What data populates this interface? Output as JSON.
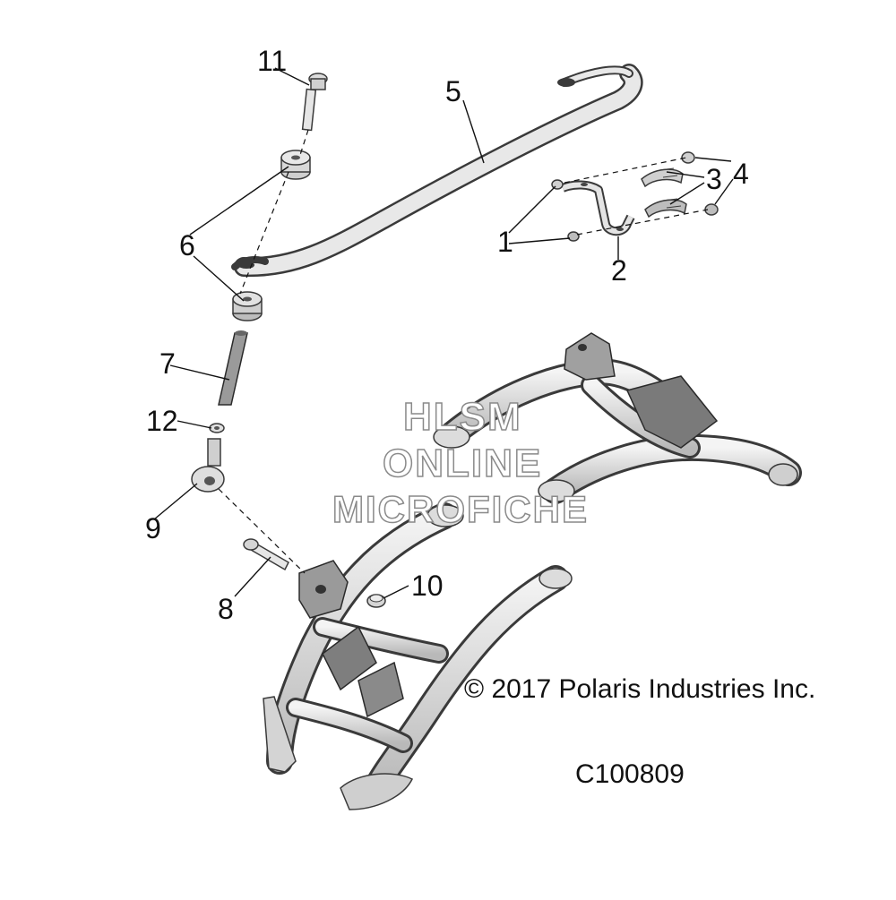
{
  "callouts": {
    "c1": "1",
    "c2": "2",
    "c3": "3",
    "c4": "4",
    "c5": "5",
    "c6": "6",
    "c7": "7",
    "c8": "8",
    "c9": "9",
    "c10": "10",
    "c11": "11",
    "c12": "12"
  },
  "watermark": {
    "line1": "HLSM",
    "line2": "ONLINE",
    "line3": "MICROFICHE"
  },
  "copyright": "© 2017 Polaris Industries Inc.",
  "drawing_id": "C100809",
  "colors": {
    "part_fill": "#e6e6e6",
    "part_stroke": "#3a3a3a",
    "leader": "#111111",
    "shade": "#a8a8a8"
  }
}
